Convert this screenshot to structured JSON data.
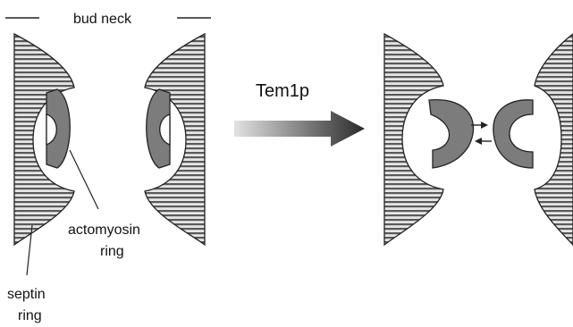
{
  "labels": {
    "bud_neck": "bud neck",
    "protein": "Tem1p",
    "actomyosin_line1": "actomyosin",
    "actomyosin_line2": "ring",
    "septin_line1": "septin",
    "septin_line2": "ring"
  },
  "colors": {
    "septin_fill": "#e6e6e6",
    "septin_stripes": "#5a5a5a",
    "actomyosin_fill": "#7c7c7c",
    "outline": "#222222",
    "arrow_start": "#e2e2e2",
    "arrow_end": "#2a2a2a"
  }
}
